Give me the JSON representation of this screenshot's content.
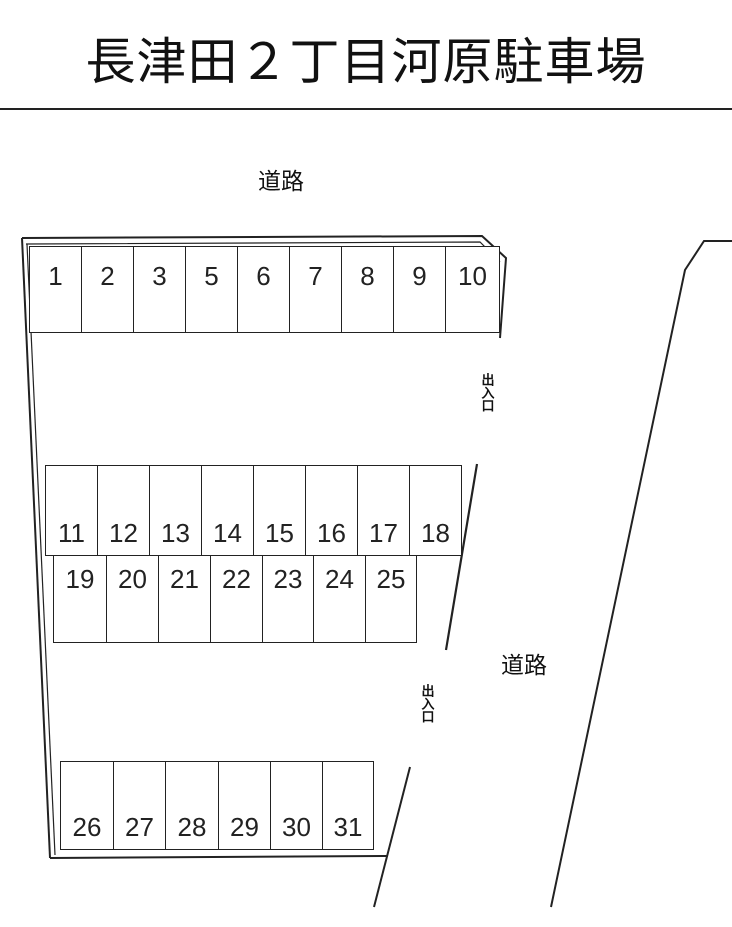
{
  "title": "長津田２丁目河原駐車場",
  "labels": {
    "road_top": "道路",
    "road_right": "道路",
    "entrance_1": "出入口",
    "entrance_2": "出入口"
  },
  "rows": {
    "row1": [
      "1",
      "2",
      "3",
      "5",
      "6",
      "7",
      "8",
      "9",
      "10"
    ],
    "row2": [
      "11",
      "12",
      "13",
      "14",
      "15",
      "16",
      "17",
      "18"
    ],
    "row3": [
      "19",
      "20",
      "21",
      "22",
      "23",
      "24",
      "25"
    ],
    "row4": [
      "26",
      "27",
      "28",
      "29",
      "30",
      "31"
    ]
  },
  "colors": {
    "line": "#222222",
    "background": "#ffffff"
  }
}
